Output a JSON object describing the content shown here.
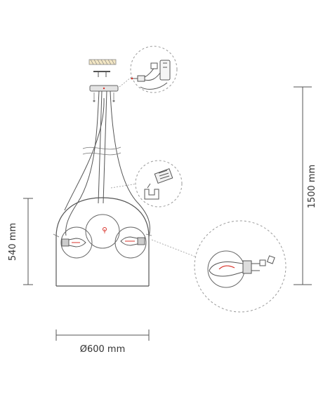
{
  "dimensions": {
    "height_drop": "1500 mm",
    "height_shade": "540 mm",
    "diameter": "Ø600 mm"
  },
  "colors": {
    "line": "#555555",
    "light_line": "#9a9a9a",
    "accent": "#d9332b",
    "dashed_circle": "#9a9a9a",
    "ceiling_plate": "#e3e3e3",
    "label": "#333333"
  },
  "icons": {
    "plate_wiring": "ceiling-terminal-block-icon",
    "clip_detail": "cable-clip-icon",
    "bulb_detail": "candle-bulb-icon"
  }
}
